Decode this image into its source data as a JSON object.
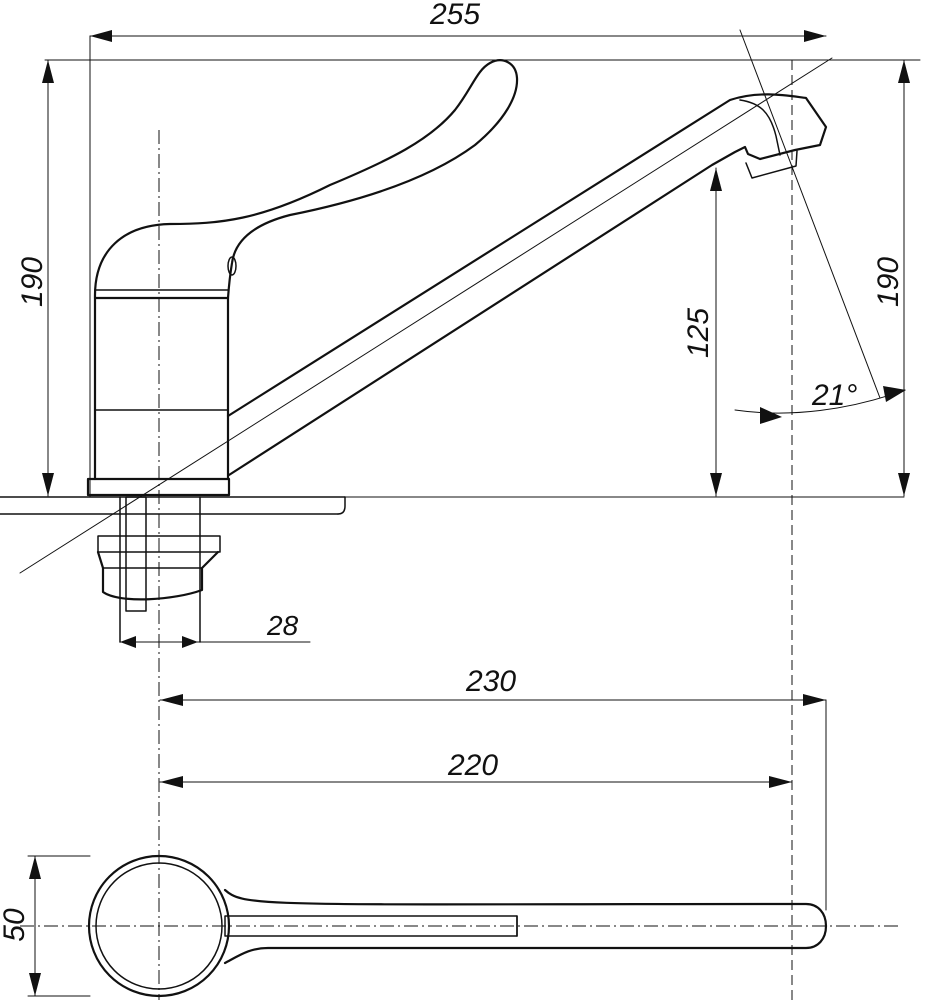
{
  "drawing": {
    "dimensions": {
      "overall_width": "255",
      "height_left": "190",
      "height_right": "190",
      "spout_height": "125",
      "angle": "21°",
      "base_diameter": "28",
      "reach_outer": "230",
      "reach_inner": "220",
      "top_view_width": "50"
    }
  }
}
